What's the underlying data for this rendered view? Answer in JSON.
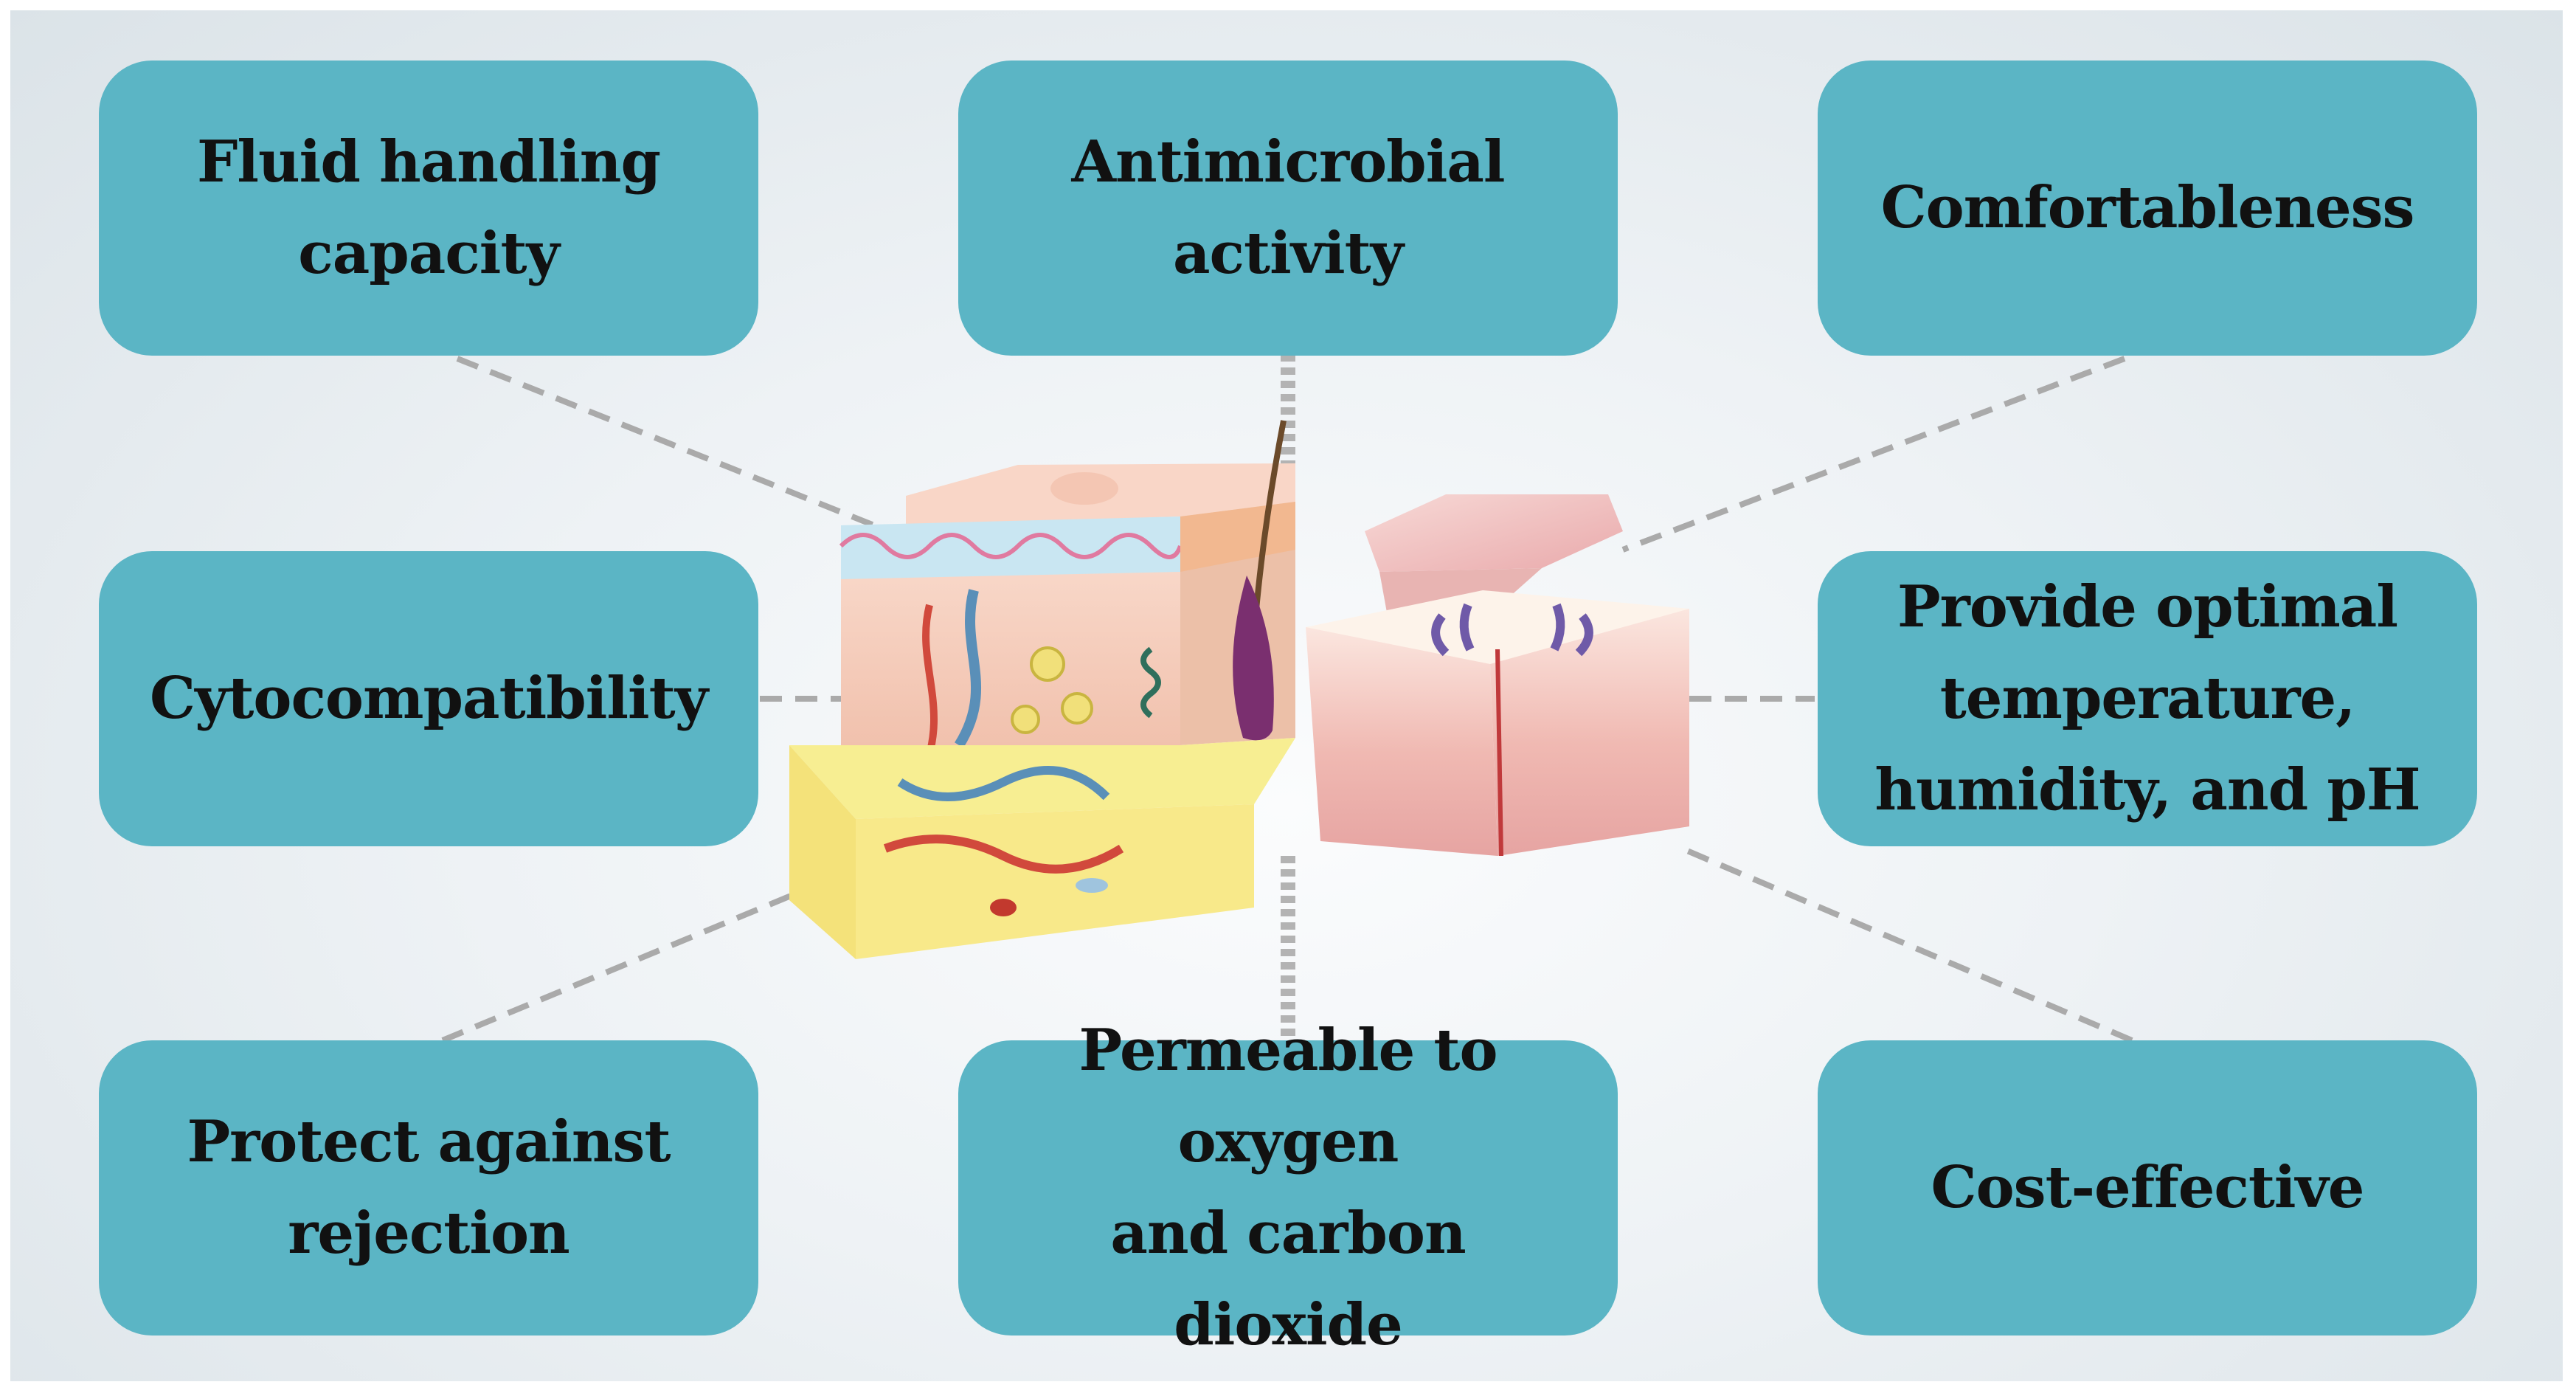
{
  "diagram": {
    "boxes": {
      "fluid": [
        "Fluid handling",
        "capacity"
      ],
      "antimicrobial": [
        "Antimicrobial activity"
      ],
      "comfort": [
        "Comfortableness"
      ],
      "cyto": [
        "Cytocompatibility"
      ],
      "environment": [
        "Provide optimal",
        "temperature,",
        "humidity, and pH"
      ],
      "rejection": [
        "Protect against",
        "rejection"
      ],
      "permeable": [
        "Permeable to oxygen",
        "and carbon dioxide"
      ],
      "cost": [
        "Cost-effective"
      ]
    }
  },
  "colors": {
    "box_fill": "#5bb5c5",
    "text": "#111111",
    "connector": "#aaaaaa"
  }
}
